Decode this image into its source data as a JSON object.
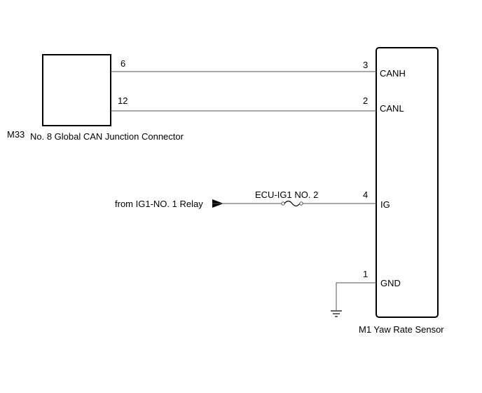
{
  "junction_connector": {
    "code": "M33",
    "name": "No. 8 Global CAN Junction Connector"
  },
  "sensor": {
    "code": "M1",
    "name": "Yaw Rate Sensor"
  },
  "sensor_caption": "M1 Yaw Rate Sensor",
  "wires": [
    {
      "from_pin": "6",
      "to_pin": "3",
      "signal": "CANH"
    },
    {
      "from_pin": "12",
      "to_pin": "2",
      "signal": "CANL"
    },
    {
      "to_pin": "4",
      "signal": "IG",
      "source": "from IG1-NO. 1 Relay",
      "fuse": "ECU-IG1 NO. 2"
    },
    {
      "to_pin": "1",
      "signal": "GND"
    }
  ],
  "colors": {
    "line": "#000000",
    "wire": "#555555",
    "background": "#ffffff"
  }
}
